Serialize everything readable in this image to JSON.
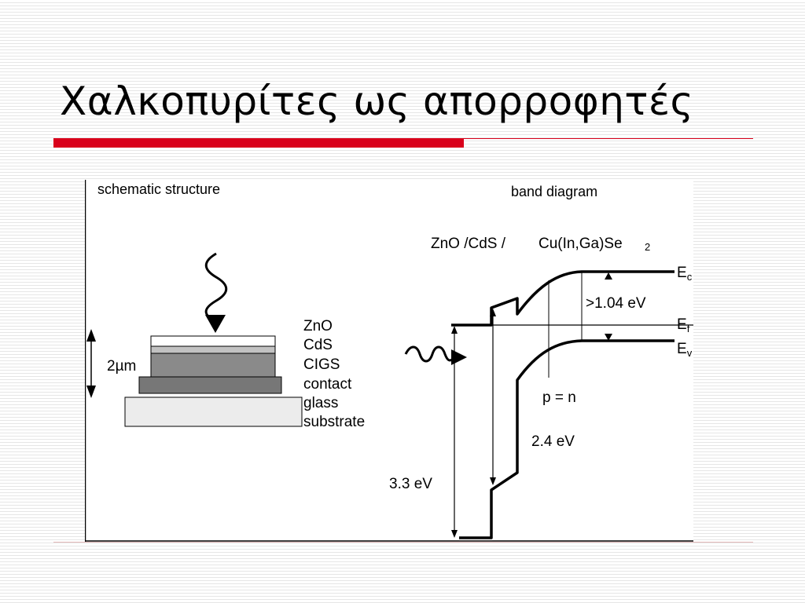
{
  "slide": {
    "title": "Χαλκοπυρίτες ως απορροφητές",
    "accent_color": "#d9001b"
  },
  "figure": {
    "schematic": {
      "heading": "schematic structure",
      "thickness_label": "2µm",
      "layers": [
        "ZnO",
        "CdS",
        "CIGS",
        "contact",
        "glass",
        "substrate"
      ]
    },
    "band": {
      "heading": "band diagram",
      "materials_left": "ZnO /CdS /",
      "materials_right": "Cu(In,Ga)Se",
      "materials_subscript": "2",
      "ec_label": "E",
      "ec_sub": "c",
      "ef_label": "E",
      "ef_sub": "f",
      "ev_label": "E",
      "ev_sub": "v",
      "gap_label": ">1.04 eV",
      "pn_label": "p = n",
      "cds_gap_label": "2.4 eV",
      "zno_gap_label": "3.3 eV"
    }
  }
}
